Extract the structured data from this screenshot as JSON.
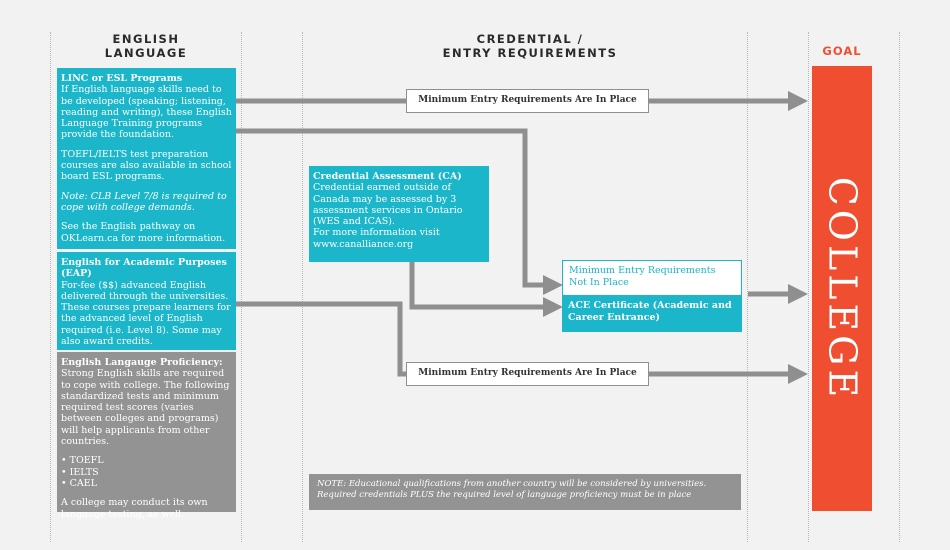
{
  "headers": {
    "english": [
      "ENGLISH",
      "LANGUAGE"
    ],
    "credential": [
      "CREDENTIAL /",
      "ENTRY REQUIREMENTS"
    ],
    "goal": "GOAL"
  },
  "linc": {
    "title": "LINC or ESL Programs",
    "body": "If English language skills need to be developed (speaking; listening, reading and writing), these English Language Training programs provide the foundation.",
    "toefl": "TOEFL/IELTS test preparation courses are also available in school board ESL programs.",
    "note": "Note: CLB Level 7/8 is required to cope with college demands.",
    "see": "See the English pathway on OKLearn.ca for more information."
  },
  "eap": {
    "title": "English for Academic Purposes (EAP)",
    "body": "For-fee ($$) advanced English delivered through the universities. These courses prepare learners for the advanced level of English required (i.e. Level 8). Some may also award credits."
  },
  "proficiency": {
    "title": "English Langauge Proficiency:",
    "body": "Strong English skills are required to cope with college. The following standardized tests and minimum required test scores (varies between colleges and programs) will help applicants from other countries.",
    "tests": [
      "• TOEFL",
      "• IELTS",
      "• CAEL"
    ],
    "footer": "A college may conduct its own language testing, as well."
  },
  "credential_assessment": {
    "title": "Credential Assessment (CA)",
    "body": "Credential earned outside of Canada may be assessed by 3 assessment services in Ontario (WES and ICAS).",
    "more": "For more information visit www.canalliance.org"
  },
  "labels": {
    "min_entry_top": "Minimum Entry Requirements Are In Place",
    "min_entry_bottom": "Minimum Entry Requirements Are In Place",
    "not_in_place": "Minimum Entry Requirements Not In Place",
    "ace": "ACE Certificate (Academic and Career Entrance)"
  },
  "note": "NOTE: Educational qualifications from another country will be considered by universities. Required credentials PLUS the required level of language proficiency must be in place",
  "goal_text": "COLLEGE",
  "colors": {
    "teal": "#1bb6c9",
    "gray": "#939393",
    "arrow": "#8f8f8f",
    "goal": "#ef4e31"
  }
}
